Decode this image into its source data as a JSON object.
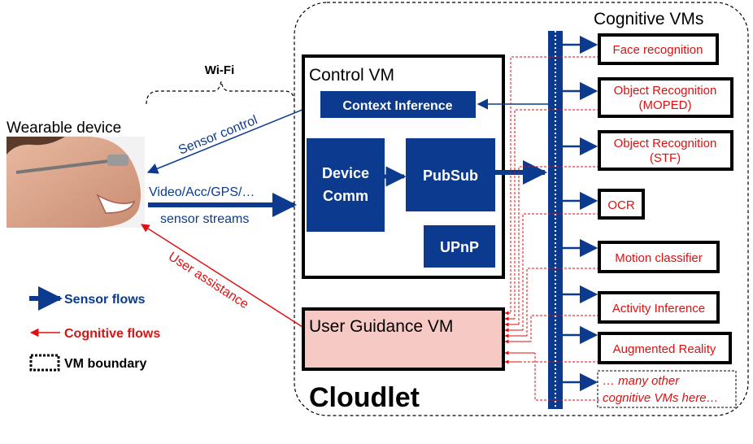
{
  "colors": {
    "blue": "#0b3a8e",
    "red": "#dd1111",
    "black": "#000000",
    "pink_fill": "#f7c9c5",
    "white": "#ffffff"
  },
  "wifi_label": "Wi-Fi",
  "wearable_label": "Wearable device",
  "sensor_control_label": "Sensor control",
  "stream_label_top": "Video/Acc/GPS/…",
  "stream_label_bottom": "sensor streams",
  "user_assistance_label": "User assistance",
  "control_vm": {
    "title": "Control VM",
    "context_inference": "Context Inference",
    "device_comm_line1": "Device",
    "device_comm_line2": "Comm",
    "pubsub": "PubSub",
    "upnp": "UPnP"
  },
  "user_guidance_vm": "User Guidance VM",
  "cloudlet_label": "Cloudlet",
  "cognitive_vms_title": "Cognitive VMs",
  "cognitive_vms": [
    {
      "line1": "Face recognition",
      "line2": ""
    },
    {
      "line1": "Object Recognition",
      "line2": "(MOPED)"
    },
    {
      "line1": "Object Recognition",
      "line2": "(STF)"
    },
    {
      "line1": "OCR",
      "line2": ""
    },
    {
      "line1": "Motion classifier",
      "line2": ""
    },
    {
      "line1": "Activity Inference",
      "line2": ""
    },
    {
      "line1": "Augmented Reality",
      "line2": ""
    }
  ],
  "many_other_line1": "… many other",
  "many_other_line2": "cognitive VMs here…",
  "legend": {
    "sensor_flows": "Sensor flows",
    "cognitive_flows": "Cognitive flows",
    "vm_boundary": "VM boundary"
  }
}
